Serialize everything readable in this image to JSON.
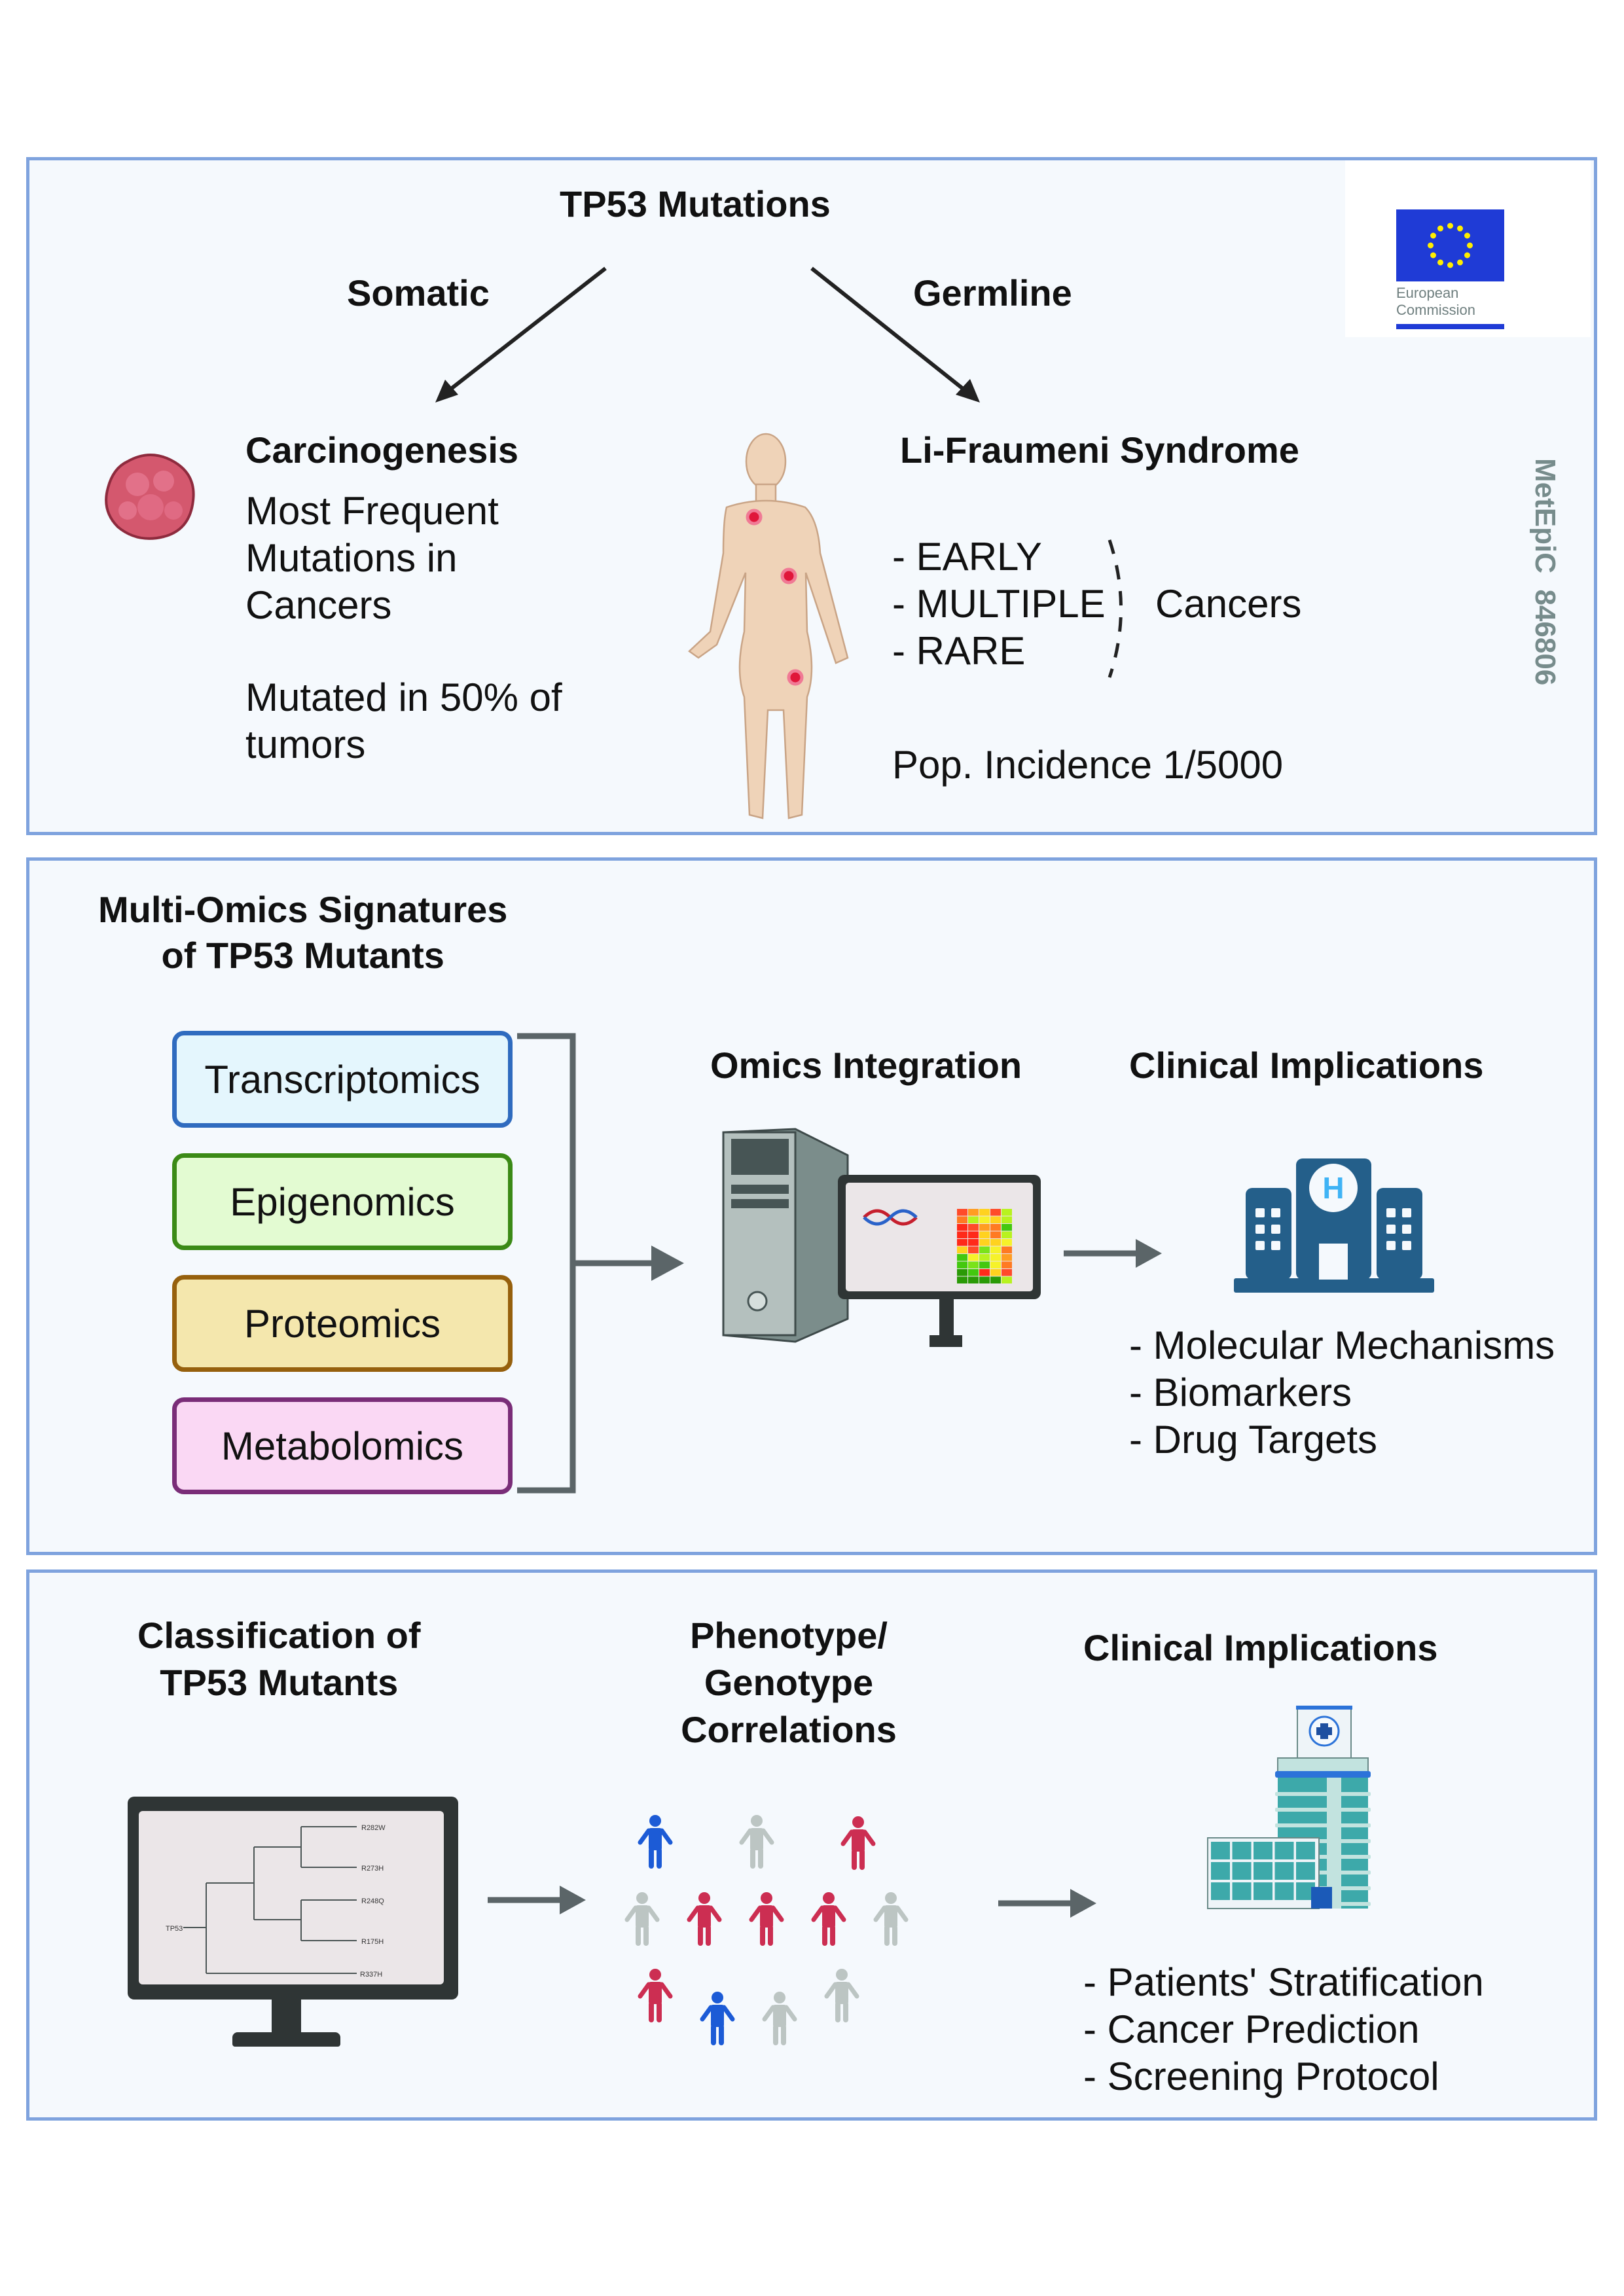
{
  "panel1": {
    "title": "TP53 Mutations",
    "left_branch": "Somatic",
    "right_branch": "Germline",
    "left_heading": "Carcinogenesis",
    "left_text_1": [
      "Most Frequent",
      "Mutations in",
      "Cancers"
    ],
    "left_text_2": [
      "Mutated in 50% of",
      "tumors"
    ],
    "right_heading": "Li-Fraumeni Syndrome",
    "cancer_features": [
      "- EARLY",
      "- MULTIPLE",
      "- RARE"
    ],
    "cancer_label": "Cancers",
    "incidence": "Pop. Incidence 1/5000",
    "logo_text": [
      "European",
      "Commission"
    ],
    "side_label": "MetEpiC  846806"
  },
  "panel2": {
    "title": [
      "Multi-Omics Signatures",
      "of TP53 Mutants"
    ],
    "omics": [
      {
        "label": "Transcriptomics",
        "border": "#2f6bbf",
        "fill": "#e4f6fd"
      },
      {
        "label": "Epigenomics",
        "border": "#3b8a16",
        "fill": "#e3fbd2"
      },
      {
        "label": "Proteomics",
        "border": "#96600d",
        "fill": "#f4e7ad"
      },
      {
        "label": "Metabolomics",
        "border": "#7a2d78",
        "fill": "#fad8f4"
      }
    ],
    "integration_title": "Omics Integration",
    "clinical_title": "Clinical Implications",
    "clinical_items": [
      "- Molecular Mechanisms",
      "- Biomarkers",
      "- Drug Targets"
    ]
  },
  "panel3": {
    "classification_title": [
      "Classification of",
      "TP53 Mutants"
    ],
    "tree_root": "TP53",
    "tree_leaves": [
      "R282W",
      "R273H",
      "R248Q",
      "R175H",
      "R337H"
    ],
    "correlation_title": [
      "Phenotype/",
      "Genotype",
      "Correlations"
    ],
    "clinical_title": "Clinical Implications",
    "clinical_items": [
      "- Patients' Stratification",
      "- Cancer Prediction",
      "- Screening Protocol"
    ]
  },
  "colors": {
    "panel_border": "#7fa3de",
    "panel_bg": "#f5f9fd",
    "arrow": "#5b6568",
    "person_blue": "#1c5bd6",
    "person_red": "#cc2e52",
    "person_gray": "#bcc5c3",
    "hospital_blue": "#245f8a",
    "side_label": "#778c8c"
  }
}
